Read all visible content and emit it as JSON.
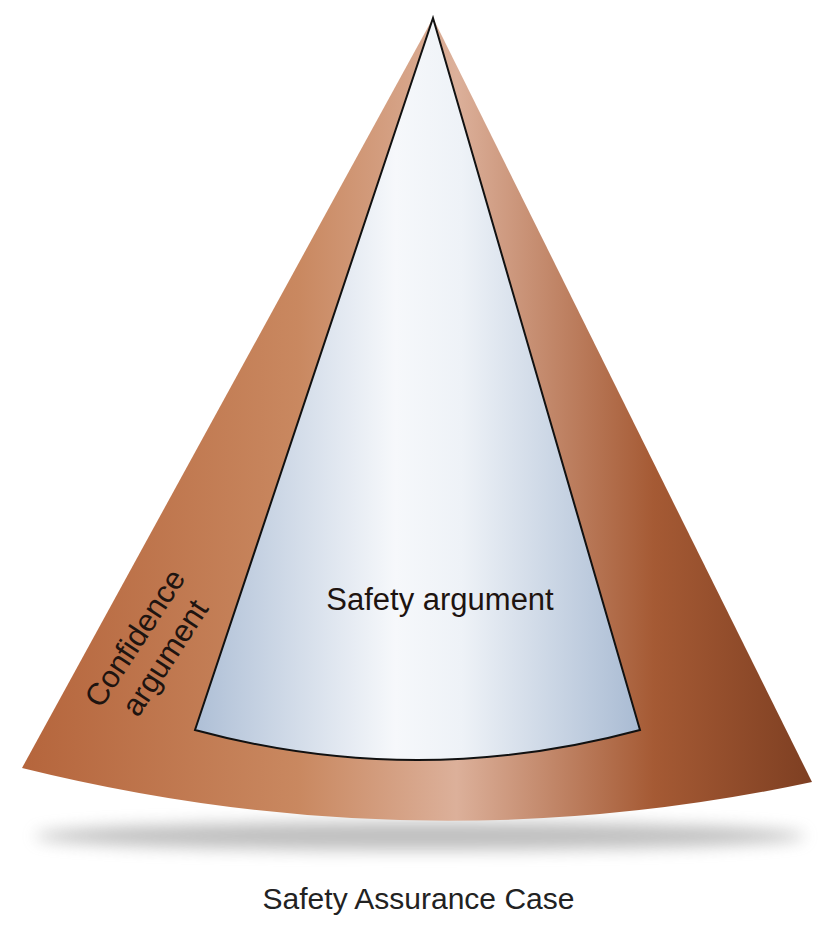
{
  "diagram": {
    "caption": "Safety Assurance Case",
    "nodes": [
      {
        "text": [
          "Confidence argument"
        ]
      },
      {
        "text": [
          "Safety argument"
        ],
        "in": 0
      }
    ]
  }
}
